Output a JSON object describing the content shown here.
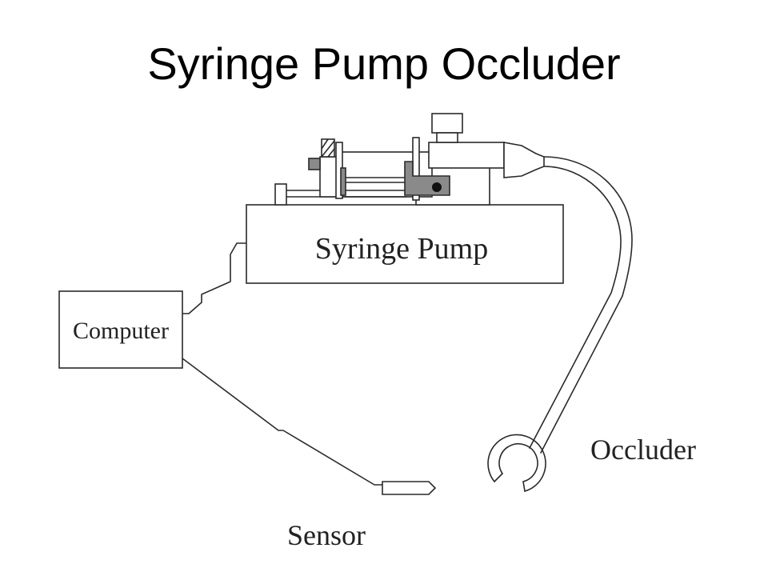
{
  "title": "Syringe Pump Occluder",
  "labels": {
    "syringe_pump": "Syringe Pump",
    "computer": "Computer",
    "occluder": "Occluder",
    "sensor": "Sensor"
  }
}
